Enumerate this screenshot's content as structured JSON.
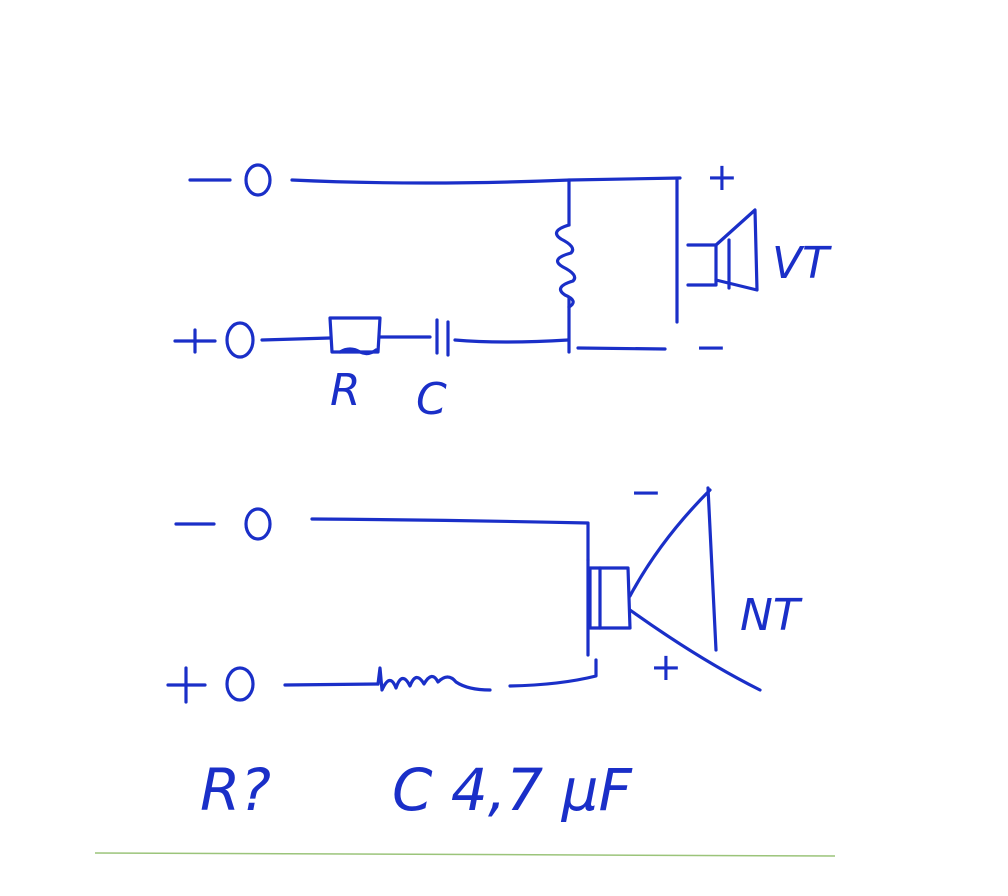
{
  "colors": {
    "ink": "#1a2fc8",
    "ruled_line": "#9bc47a",
    "paper": "#ffffff"
  },
  "circuit_top": {
    "terminal_minus": "−O",
    "terminal_plus": "+O",
    "resistor_label": "R",
    "capacitor_label": "C",
    "speaker_plus": "+",
    "speaker_minus": "−",
    "speaker_label": "VT"
  },
  "circuit_bottom": {
    "terminal_minus": "−O",
    "terminal_plus": "+O",
    "speaker_minus": "−",
    "speaker_plus": "+",
    "speaker_label": "NT"
  },
  "question": {
    "r_text": "R?",
    "c_text": "C 4,7 μF"
  }
}
